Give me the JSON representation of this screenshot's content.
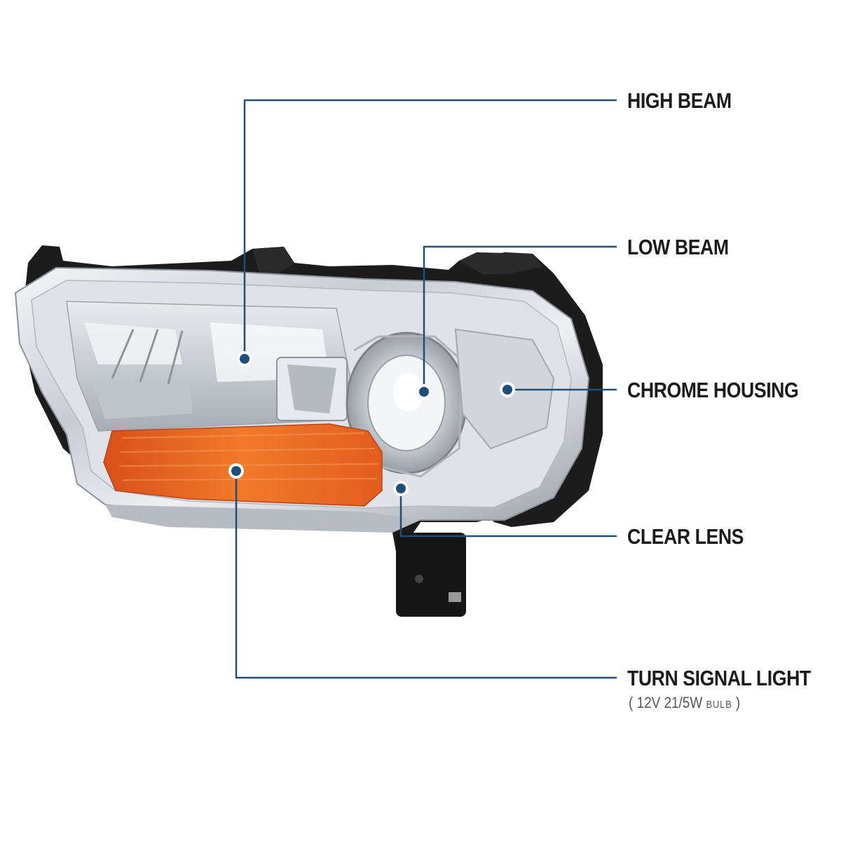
{
  "callouts": {
    "high_beam": "HIGH BEAM",
    "low_beam": "LOW BEAM",
    "chrome_housing": "CHROME HOUSING",
    "clear_lens": "CLEAR LENS",
    "turn_signal": "TURN SIGNAL LIGHT",
    "turn_signal_spec_open": "(",
    "turn_signal_spec": "12V 21/5W",
    "turn_signal_spec_unit": "BULB",
    "turn_signal_spec_close": ")"
  },
  "colors": {
    "callout_line": "#1f4f78",
    "callout_dot": "#1f4f78",
    "label_text": "#1b1b1b",
    "amber_lens": "#e8621c",
    "housing_black": "#1a1a1a",
    "chrome": "#c9ced6"
  }
}
